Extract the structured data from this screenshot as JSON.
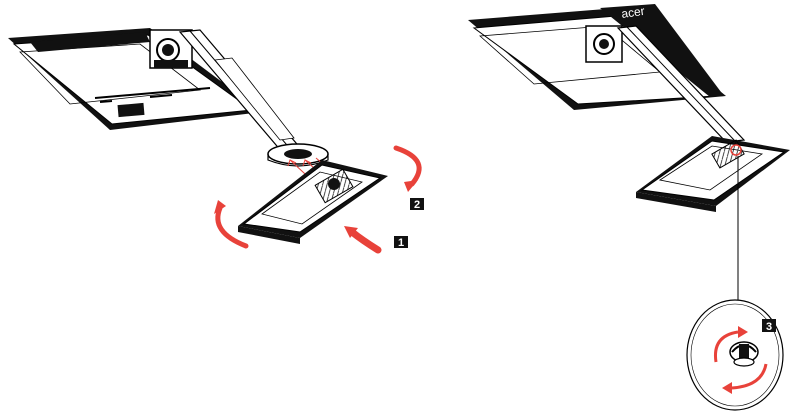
{
  "steps": [
    {
      "number": "1"
    },
    {
      "number": "2"
    },
    {
      "number": "3"
    }
  ],
  "monitor": {
    "logo_text": "acer"
  },
  "colors": {
    "line": "#000000",
    "panel": "#111111",
    "arrow": "#e8423a",
    "badge_bg": "#111111",
    "badge_text": "#ffffff"
  },
  "icons": [
    "rotate-arrow-icon",
    "insert-arrow-icon",
    "magnifier-callout",
    "thumbscrew-icon"
  ]
}
